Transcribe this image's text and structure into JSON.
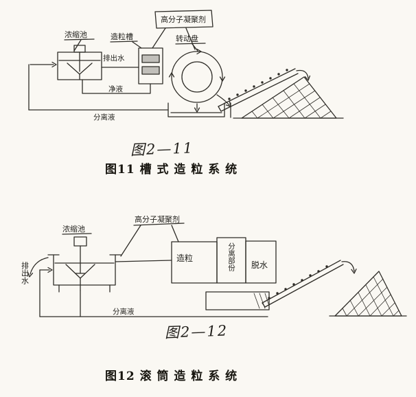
{
  "page": {
    "paper_color": "#faf8f3",
    "ink_color": "#2e2c27"
  },
  "figure1": {
    "labels": {
      "coagulant": "高分子凝聚剂",
      "thickener": "浓缩池",
      "granulation_trough": "造粒槽",
      "discharge_water": "排出水",
      "rotating_disc": "转动盘",
      "clean_liquid": "净液",
      "separated_liquid": "分离液"
    },
    "figure_number_handwritten": "图2—11",
    "caption": "图11 槽 式 造 粒 系 统"
  },
  "figure2": {
    "labels": {
      "coagulant": "高分子凝聚剂",
      "thickener": "浓缩池",
      "discharge_water": "排出水",
      "granulation": "造粒",
      "separation_section": "分离部份",
      "dewatering": "脱水",
      "separated_liquid": "分离液"
    },
    "figure_number_handwritten": "图2—12",
    "caption": "图12 滚 筒 造 粒 系 统"
  }
}
